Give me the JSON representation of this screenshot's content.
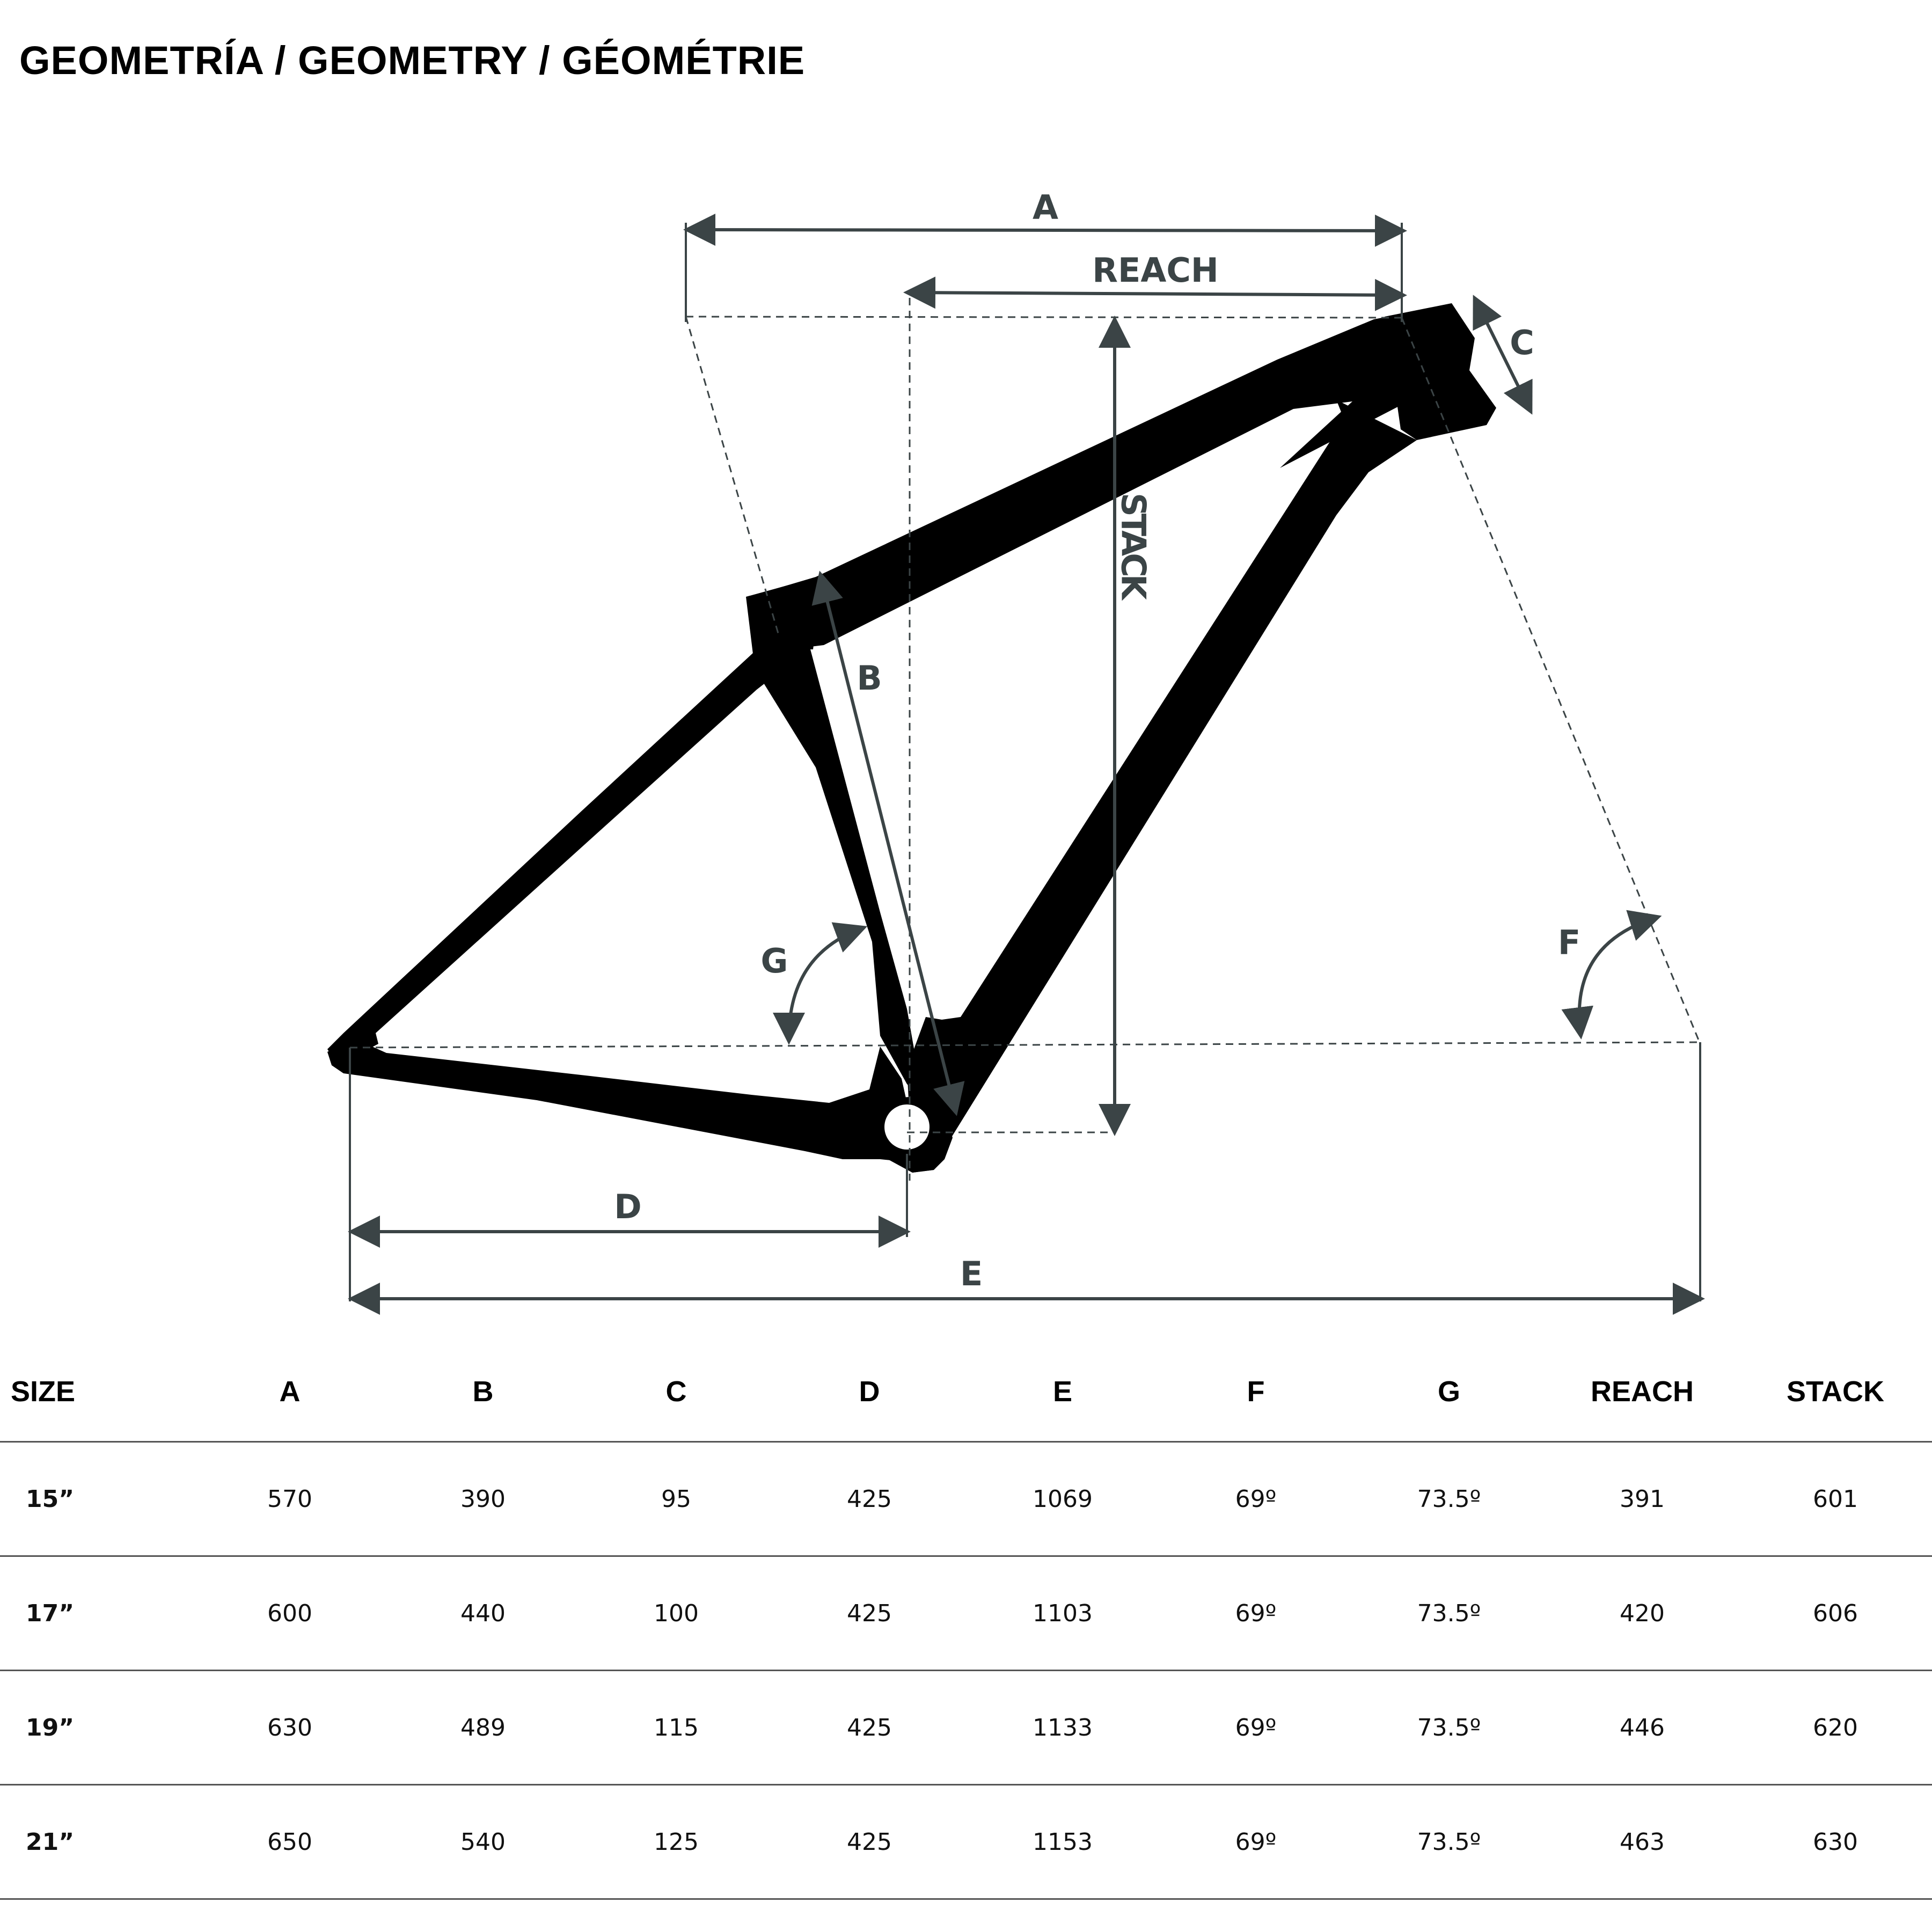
{
  "title": "GEOMETRÍA / GEOMETRY / GÉOMÉTRIE",
  "diagram": {
    "labels": {
      "a": "A",
      "reach": "REACH",
      "c": "C",
      "b": "B",
      "stack": "STACK",
      "g": "G",
      "f": "F",
      "d": "D",
      "e": "E"
    },
    "colors": {
      "frame": "#000000",
      "dimension": "#3b4446"
    }
  },
  "table": {
    "headers": [
      "SIZE",
      "A",
      "B",
      "C",
      "D",
      "E",
      "F",
      "G",
      "REACH",
      "STACK"
    ],
    "rows": [
      [
        "15”",
        "570",
        "390",
        "95",
        "425",
        "1069",
        "69º",
        "73.5º",
        "391",
        "601"
      ],
      [
        "17”",
        "600",
        "440",
        "100",
        "425",
        "1103",
        "69º",
        "73.5º",
        "420",
        "606"
      ],
      [
        "19”",
        "630",
        "489",
        "115",
        "425",
        "1133",
        "69º",
        "73.5º",
        "446",
        "620"
      ],
      [
        "21”",
        "650",
        "540",
        "125",
        "425",
        "1153",
        "69º",
        "73.5º",
        "463",
        "630"
      ]
    ]
  }
}
